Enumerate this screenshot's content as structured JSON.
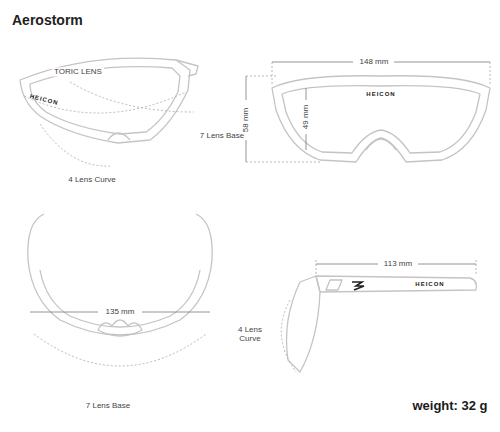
{
  "diagram": {
    "title": "Aerostorm",
    "labels": [
      "TORIC LENS",
      "HEICON",
      "7 Lens Base",
      "4 Lens Curve",
      "148 mm",
      "58 mm",
      "HEICON",
      "49 mm",
      "135 mm",
      "7 Lens Base",
      "113 mm",
      "HEICON",
      "4 Lens Curve",
      "weight: 32 g"
    ]
  }
}
